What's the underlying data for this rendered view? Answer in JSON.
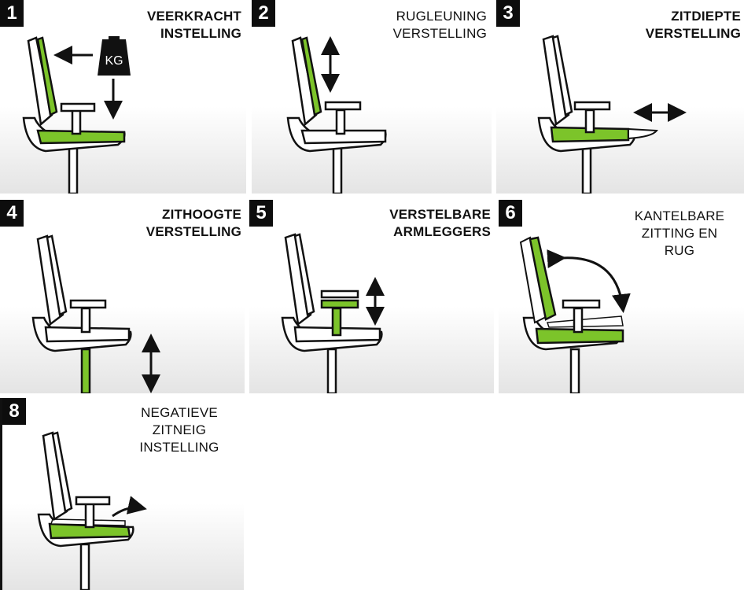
{
  "colors": {
    "accent": "#7cc42a",
    "outline": "#111111",
    "fill": "#ffffff"
  },
  "panels": [
    {
      "number": "1",
      "lines": [
        "VEERKRACHT",
        "INSTELLING"
      ],
      "weight_label": "KG"
    },
    {
      "number": "2",
      "lines": [
        "RUGLEUNING",
        "VERSTELLING"
      ]
    },
    {
      "number": "3",
      "lines": [
        "ZITDIEPTE",
        "VERSTELLING"
      ]
    },
    {
      "number": "4",
      "lines": [
        "ZITHOOGTE",
        "VERSTELLING"
      ]
    },
    {
      "number": "5",
      "lines": [
        "VERSTELBARE",
        "ARMLEGGERS"
      ]
    },
    {
      "number": "6",
      "lines": [
        "KANTELBARE",
        "ZITTING EN",
        "RUG"
      ]
    },
    {
      "number": "8",
      "lines": [
        "NEGATIEVE",
        "ZITNEIG",
        "INSTELLING"
      ]
    }
  ]
}
